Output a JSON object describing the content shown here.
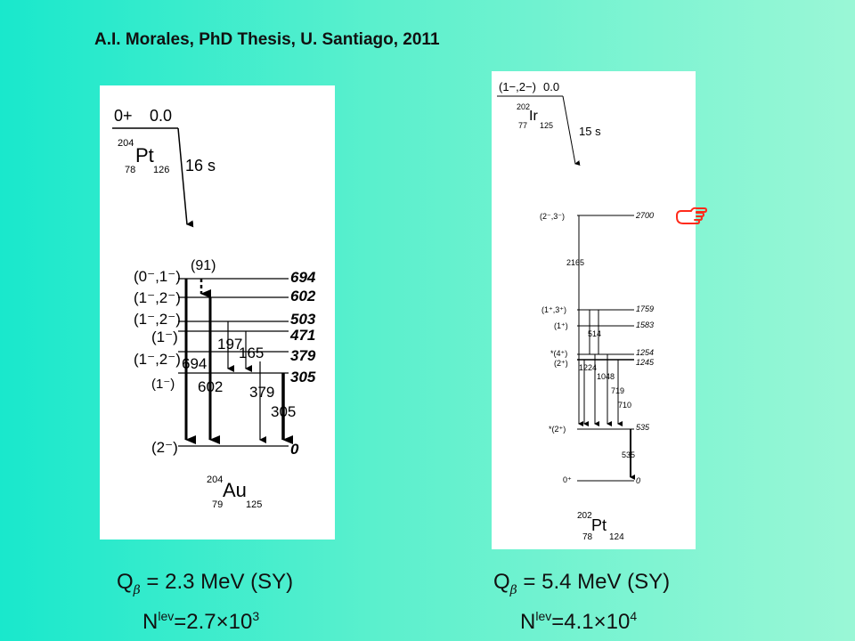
{
  "credit": "A.I. Morales, PhD Thesis, U. Santiago, 2011",
  "left": {
    "parent_spin": "0+",
    "parent_energy": "0.0",
    "parent_A": "204",
    "parent_Z": "78",
    "parent_N": "126",
    "parent_symbol": "Pt",
    "halflife": "16 s",
    "levels": [
      {
        "spin": "(0⁻,1⁻)",
        "energy": "694"
      },
      {
        "spin": "(1⁻,2⁻)",
        "energy": "602"
      },
      {
        "spin": "(1⁻,2⁻)",
        "energy": "503"
      },
      {
        "spin": "(1⁻)",
        "energy": "471"
      },
      {
        "spin": "(1⁻,2⁻)",
        "energy": "379"
      },
      {
        "spin": "(1⁻)",
        "energy": "305"
      },
      {
        "spin": "(2⁻)",
        "energy": "0"
      }
    ],
    "gammas": [
      "(91)",
      "694",
      "602",
      "197",
      "165",
      "379",
      "305"
    ],
    "daughter_A": "204",
    "daughter_Z": "79",
    "daughter_N": "125",
    "daughter_symbol": "Au"
  },
  "right": {
    "parent_spin": "(1−,2−)",
    "parent_energy": "0.0",
    "parent_A": "202",
    "parent_Z": "77",
    "parent_N": "125",
    "parent_symbol": "Ir",
    "halflife": "15 s",
    "levels": [
      {
        "spin": "(2⁻,3⁻)",
        "energy": "2700"
      },
      {
        "spin": "(1⁺,3⁺)",
        "energy": "1759"
      },
      {
        "spin": "(1⁺)",
        "energy": "1583"
      },
      {
        "spin": "*(4⁺)",
        "energy": "1254"
      },
      {
        "spin": "(2⁺)",
        "energy": "1245"
      },
      {
        "spin": "*(2⁺)",
        "energy": "535"
      },
      {
        "spin": "0⁺",
        "energy": "0"
      }
    ],
    "gammas": [
      "2165",
      "514",
      "1224",
      "1048",
      "719",
      "710",
      "535"
    ],
    "daughter_A": "202",
    "daughter_Z": "78",
    "daughter_N": "124",
    "daughter_symbol": "Pt"
  },
  "footer_left": {
    "q_label": "Q",
    "q_sub": "β",
    "q_value": " = 2.3 MeV (SY)",
    "n_label": "N",
    "n_sup": "lev",
    "n_value": "=2.7×10",
    "n_exp": "3"
  },
  "footer_right": {
    "q_label": "Q",
    "q_sub": "β",
    "q_value": " = 5.4 MeV (SY)",
    "n_label": "N",
    "n_sup": "lev",
    "n_value": "=4.1×10",
    "n_exp": "4"
  },
  "icons": {
    "pointer": "pointing-hand-icon"
  }
}
